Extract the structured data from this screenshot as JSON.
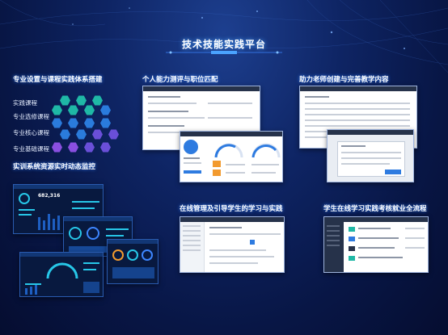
{
  "page": {
    "title": "技术技能实践平台"
  },
  "sections": {
    "curriculum": {
      "title": "专业设置与课程实践体系搭建",
      "categories": [
        "实践课程",
        "专业选修课程",
        "专业核心课程",
        "专业基础课程"
      ]
    },
    "assessment": {
      "title": "个人能力测评与职位匹配"
    },
    "teaching": {
      "title": "助力老师创建与完善教学内容"
    },
    "monitoring": {
      "title": "实训系统资源实时动态监控"
    },
    "guidance": {
      "title": "在线管理及引导学生的学习与实践"
    },
    "employment": {
      "title": "学生在线学习实践考核就业全流程"
    }
  },
  "dashboard": {
    "big_number": "682,316"
  },
  "colors": {
    "background": "#0b1c52",
    "accent": "#2a7bff",
    "hex_green": "#1fb8a6",
    "hex_blue": "#2a7bdc",
    "hex_purple": "#6a4fd8"
  }
}
